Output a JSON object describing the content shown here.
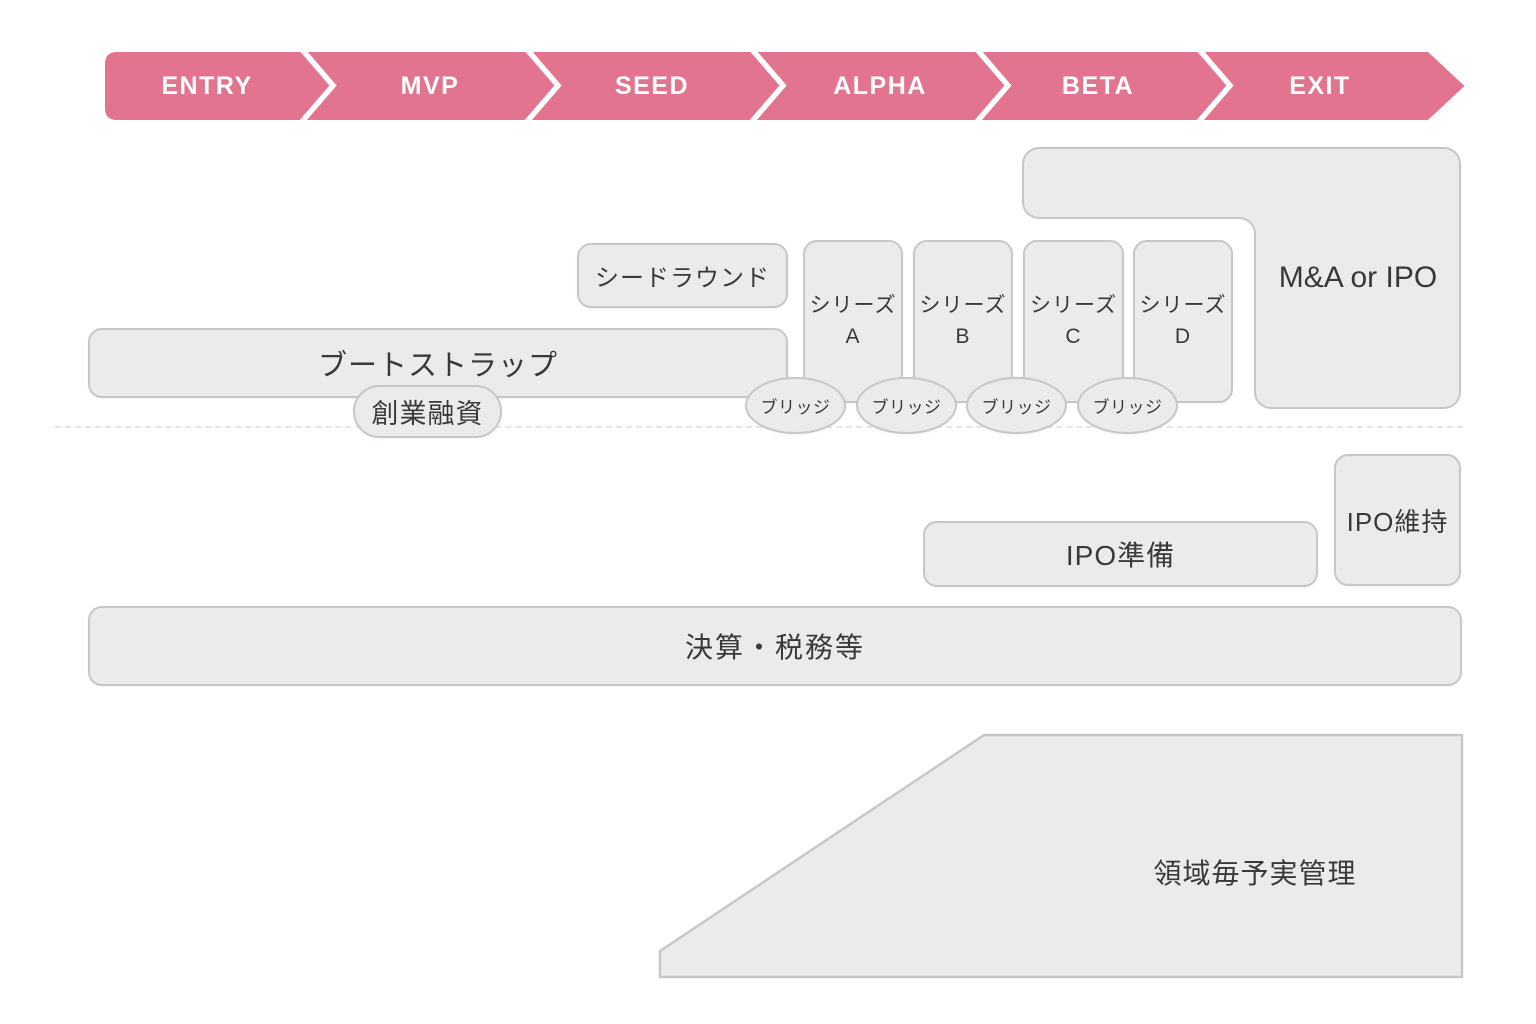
{
  "colors": {
    "accent_pink": "#e2748f",
    "shape_fill": "#ecebeb",
    "shape_border": "#c9c6c8",
    "text_dark": "#3a393a",
    "banner_text": "#ffffff",
    "dashed_line": "#e9e5e6"
  },
  "banner": {
    "stages": [
      {
        "label": "ENTRY"
      },
      {
        "label": "MVP"
      },
      {
        "label": "SEED"
      },
      {
        "label": "ALPHA"
      },
      {
        "label": "BETA"
      },
      {
        "label": "EXIT"
      }
    ]
  },
  "funding": {
    "seed_round": "シードラウンド",
    "bootstrap": "ブートストラップ",
    "founding_loan": "創業融資",
    "series": [
      {
        "line1": "シリーズ",
        "line2": "A"
      },
      {
        "line1": "シリーズ",
        "line2": "B"
      },
      {
        "line1": "シリーズ",
        "line2": "C"
      },
      {
        "line1": "シリーズ",
        "line2": "D"
      }
    ],
    "bridges": [
      {
        "label": "ブリッジ"
      },
      {
        "label": "ブリッジ"
      },
      {
        "label": "ブリッジ"
      },
      {
        "label": "ブリッジ"
      }
    ],
    "exit_outcome": "M&A or IPO"
  },
  "operations": {
    "ipo_preparation": "IPO準備",
    "ipo_maintenance": "IPO維持",
    "accounting_tax": "決算・税務等",
    "domain_budget_management": "領域毎予実管理"
  }
}
